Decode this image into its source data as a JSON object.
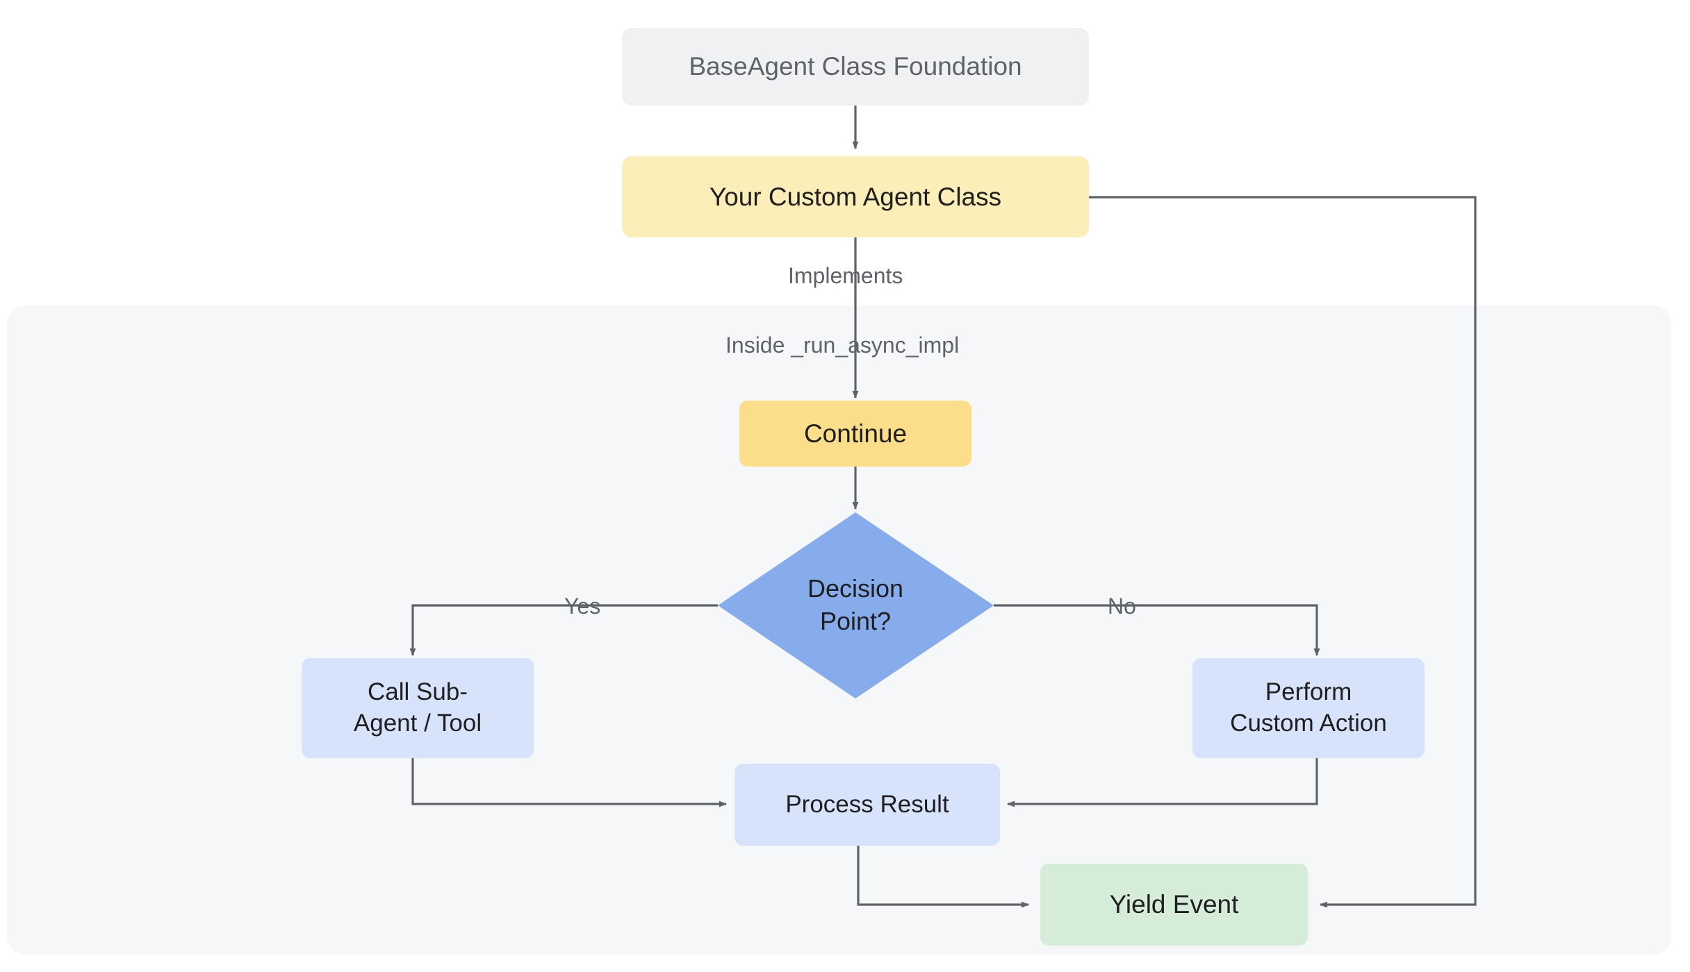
{
  "diagram": {
    "type": "flowchart",
    "title": "Custom Agent Flow",
    "background_color": "#ffffff",
    "subgraph": {
      "name": "inside-run-async-impl-container",
      "fill": "#f6f7f9",
      "label": ""
    },
    "nodes": [
      {
        "id": "base_agent",
        "label": "BaseAgent Class Foundation",
        "shape": "rounded-rect",
        "fill": "#f0f1f3",
        "text_color": "#5f6368"
      },
      {
        "id": "custom_agent",
        "label": "Your Custom Agent Class",
        "shape": "rounded-rect",
        "fill": "#fbeeb9",
        "text_color": "#1f1f1f"
      },
      {
        "id": "continue",
        "label": "Continue",
        "shape": "rounded-rect",
        "fill": "#fbdd8a",
        "text_color": "#1f1f1f"
      },
      {
        "id": "decision",
        "label": "Decision\nPoint?",
        "shape": "diamond",
        "fill": "#86aceb",
        "text_color": "#1f1f1f"
      },
      {
        "id": "call_sub_agent",
        "label": "Call Sub-\nAgent / Tool",
        "shape": "rounded-rect",
        "fill": "#d7e2fb",
        "text_color": "#1f1f1f"
      },
      {
        "id": "perform_custom_action",
        "label": "Perform\nCustom Action",
        "shape": "rounded-rect",
        "fill": "#d7e2fb",
        "text_color": "#1f1f1f"
      },
      {
        "id": "process_result",
        "label": "Process Result",
        "shape": "rounded-rect",
        "fill": "#d7e2fb",
        "text_color": "#1f1f1f"
      },
      {
        "id": "yield_event",
        "label": "Yield Event",
        "shape": "rounded-rect",
        "fill": "#d4ecd8",
        "text_color": "#1f1f1f"
      }
    ],
    "edges": [
      {
        "from": "base_agent",
        "to": "custom_agent",
        "label": ""
      },
      {
        "from": "custom_agent",
        "to": "continue",
        "label": "Implements"
      },
      {
        "from": "custom_agent",
        "to": "continue",
        "label": "Inside _run_async_impl"
      },
      {
        "from": "continue",
        "to": "decision",
        "label": ""
      },
      {
        "from": "decision",
        "to": "call_sub_agent",
        "label": "Yes"
      },
      {
        "from": "decision",
        "to": "perform_custom_action",
        "label": "No"
      },
      {
        "from": "call_sub_agent",
        "to": "process_result",
        "label": ""
      },
      {
        "from": "perform_custom_action",
        "to": "process_result",
        "label": ""
      },
      {
        "from": "process_result",
        "to": "yield_event",
        "label": ""
      },
      {
        "from": "custom_agent",
        "to": "yield_event",
        "label": ""
      }
    ],
    "edge_color": "#5f6368",
    "edge_label_color": "#5f6368"
  }
}
